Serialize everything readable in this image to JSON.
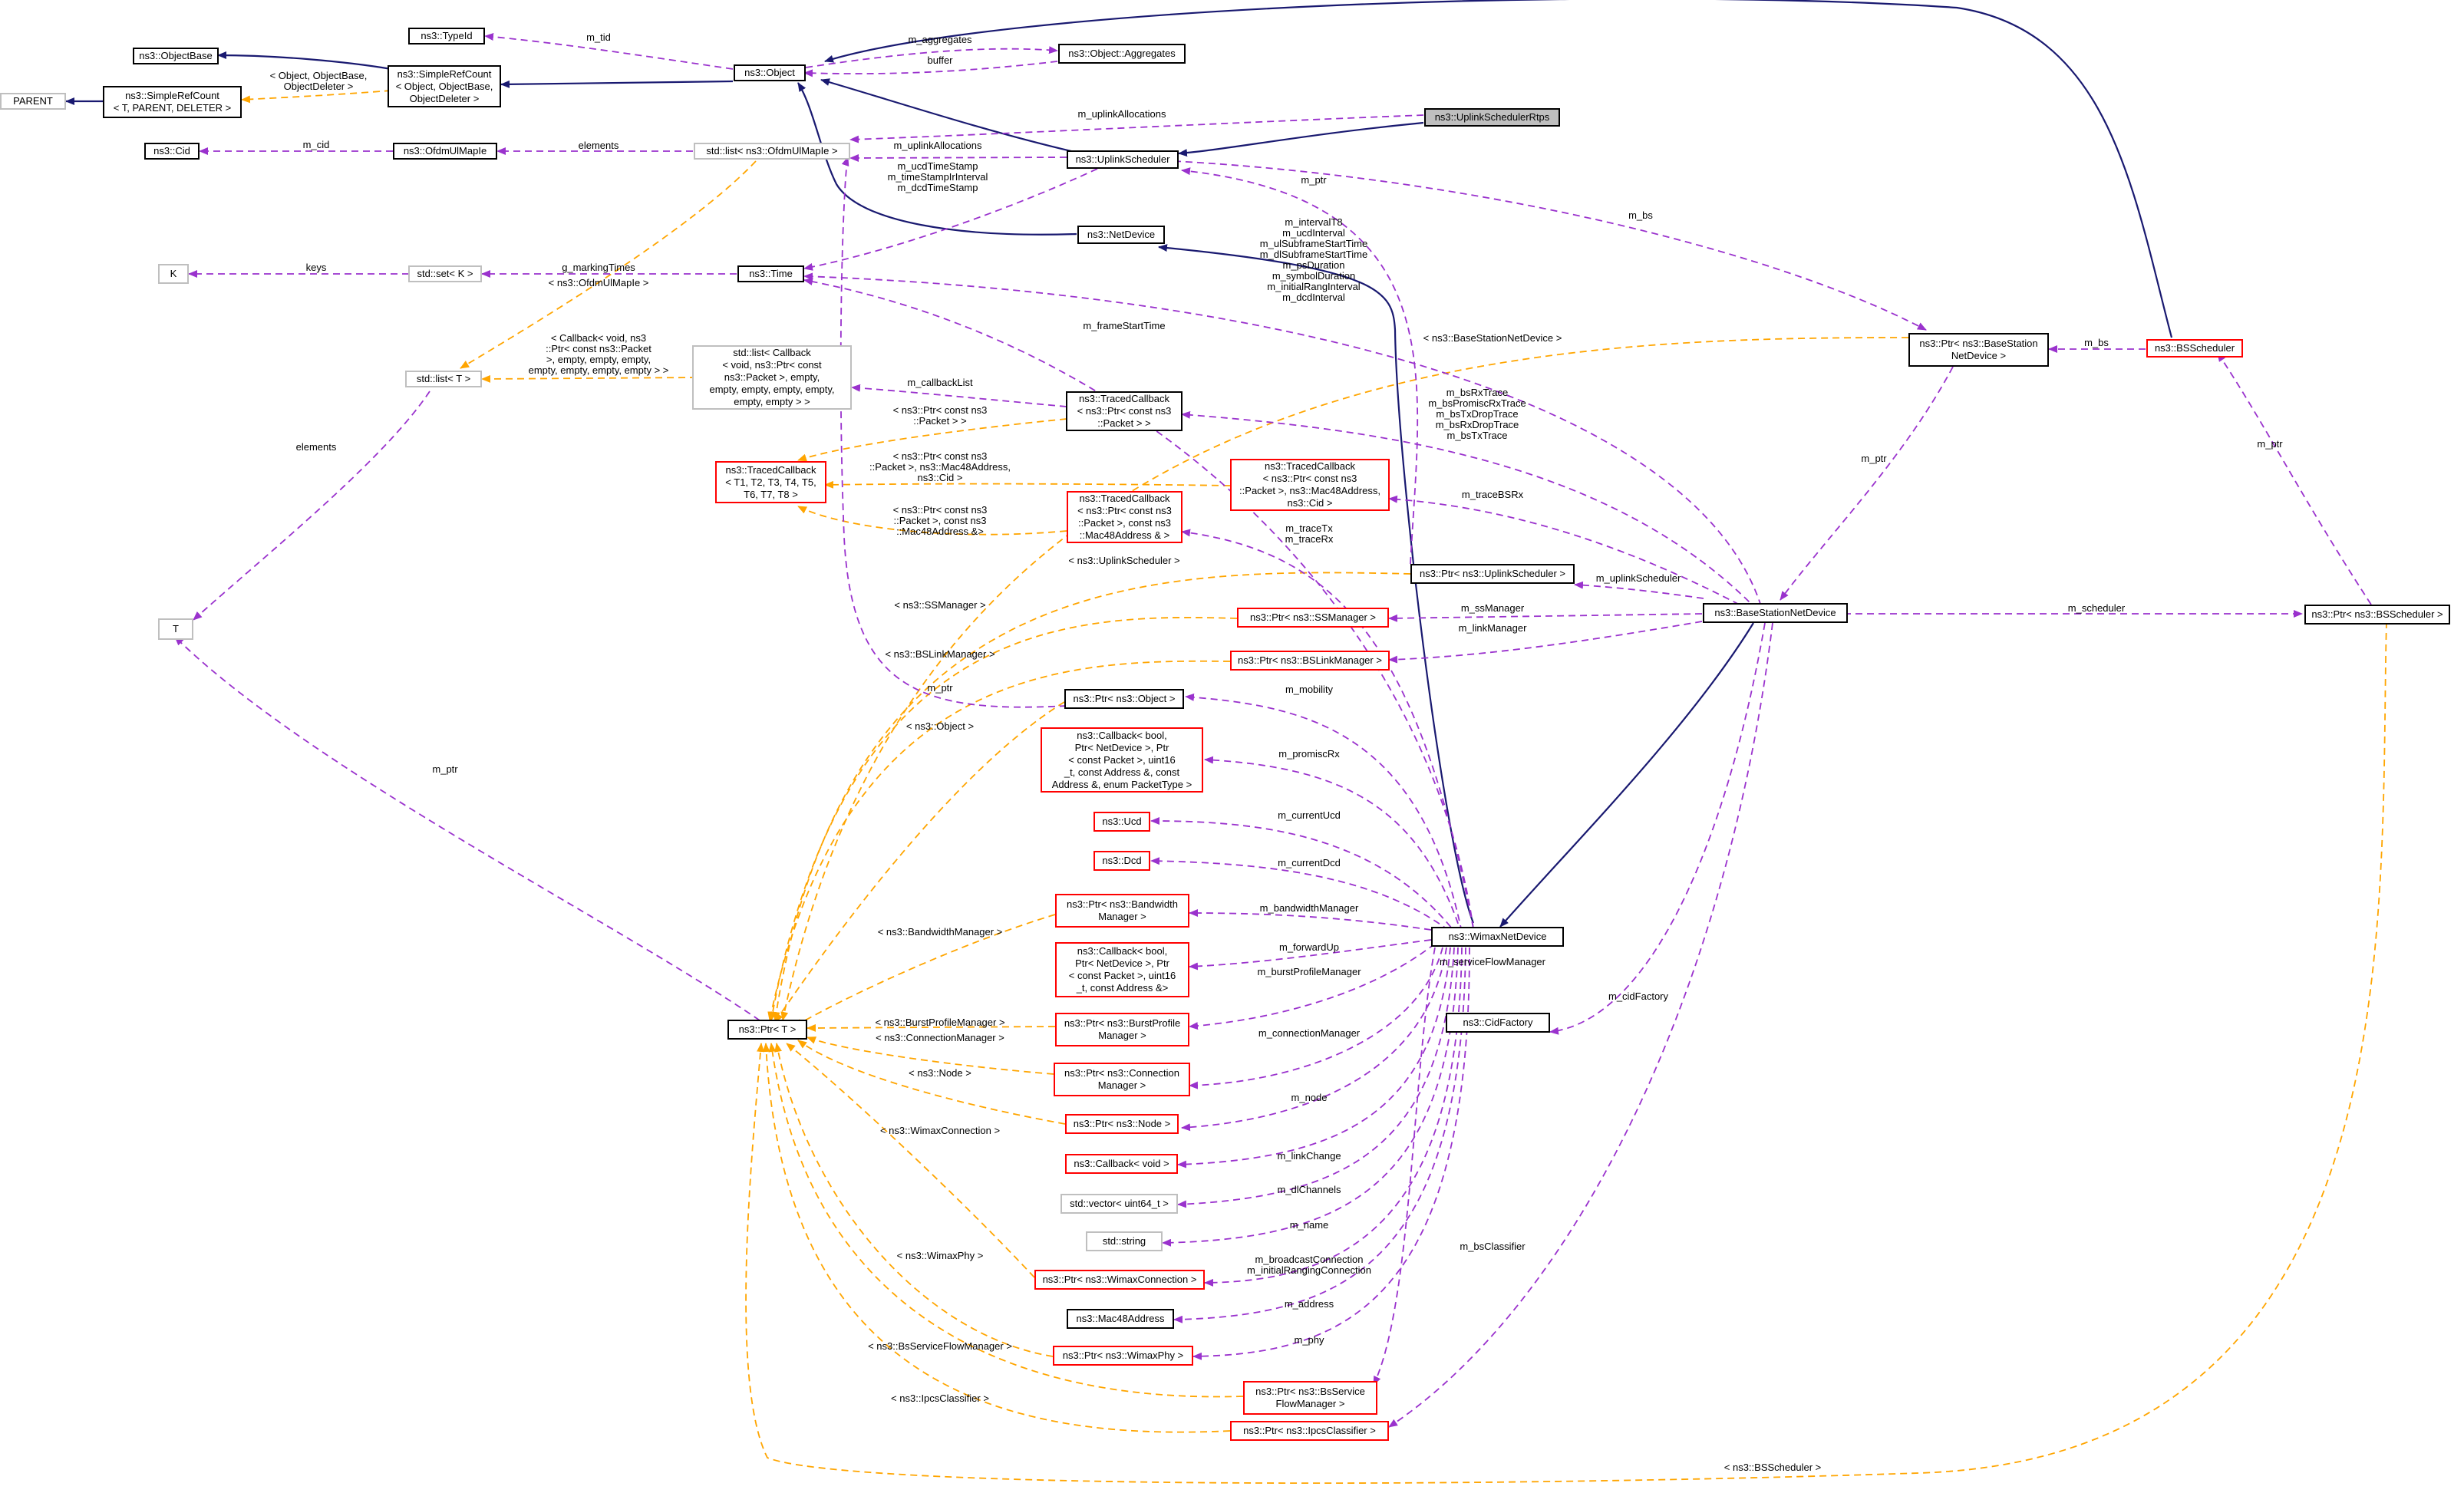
{
  "diagram": {
    "colors": {
      "inheritance": "#191970",
      "usage": "#9a32cd",
      "template": "#ffa500",
      "focus_fill": "#bfbfbf"
    },
    "nodes": {
      "uplink_scheduler_rtps": "ns3::UplinkSchedulerRtps",
      "typeid": "ns3::TypeId",
      "object": "ns3::Object",
      "object_aggregates": "ns3::Object::Aggregates",
      "object_base": "ns3::ObjectBase",
      "simple_ref_count_obj": "ns3::SimpleRefCount\n< Object, ObjectBase,\nObjectDeleter >",
      "parent": "PARENT",
      "simple_ref_count_t": "ns3::SimpleRefCount\n< T, PARENT, DELETER >",
      "cid": "ns3::Cid",
      "ofdm_ul_map_ie": "ns3::OfdmUlMapIe",
      "list_ofdm": "std::list< ns3::OfdmUlMapIe >",
      "uplink_scheduler": "ns3::UplinkScheduler",
      "net_device": "ns3::NetDevice",
      "k": "K",
      "set_k": "std::set< K >",
      "time": "ns3::Time",
      "list_t": "std::list< T >",
      "list_callback": "std::list< Callback\n< void, ns3::Ptr< const\nns3::Packet >, empty,\nempty, empty, empty, empty,\nempty, empty > >",
      "traced_cb_pkt": "ns3::TracedCallback\n< ns3::Ptr< const ns3\n::Packet > >",
      "traced_cb_generic": "ns3::TracedCallback\n< T1, T2, T3, T4, T5,\nT6, T7, T8 >",
      "traced_cb_mac_cid": "ns3::TracedCallback\n< ns3::Ptr< const ns3\n::Packet >, ns3::Mac48Address,\nns3::Cid >",
      "traced_cb_mac_ref": "ns3::TracedCallback\n< ns3::Ptr< const ns3\n::Packet >, const ns3\n::Mac48Address & >",
      "ptr_bs_net_device": "ns3::Ptr< ns3::BaseStation\nNetDevice >",
      "bs_scheduler": "ns3::BSScheduler",
      "t": "T",
      "ptr_uplink_scheduler": "ns3::Ptr< ns3::UplinkScheduler >",
      "base_station_net_device": "ns3::BaseStationNetDevice",
      "ptr_ss_manager": "ns3::Ptr< ns3::SSManager >",
      "ptr_bs_link_manager": "ns3::Ptr< ns3::BSLinkManager >",
      "ptr_bs_scheduler": "ns3::Ptr< ns3::BSScheduler >",
      "ptr_object": "ns3::Ptr< ns3::Object >",
      "callback_promisc": "ns3::Callback< bool,\nPtr< NetDevice >, Ptr\n< const Packet >, uint16\n_t, const Address &, const\nAddress &, enum PacketType >",
      "ucd": "ns3::Ucd",
      "dcd": "ns3::Dcd",
      "ptr_bandwidth_manager": "ns3::Ptr< ns3::Bandwidth\nManager >",
      "callback_forward": "ns3::Callback< bool,\nPtr< NetDevice >, Ptr\n< const Packet >, uint16\n_t, const Address &>",
      "wimax_net_device": "ns3::WimaxNetDevice",
      "ptr_t": "ns3::Ptr< T >",
      "ptr_burst_profile": "ns3::Ptr< ns3::BurstProfile\nManager >",
      "ptr_connection_manager": "ns3::Ptr< ns3::Connection\nManager >",
      "cid_factory": "ns3::CidFactory",
      "ptr_node": "ns3::Ptr< ns3::Node >",
      "callback_void": "ns3::Callback< void >",
      "vector_uint64": "std::vector< uint64_t >",
      "std_string": "std::string",
      "ptr_wimax_connection": "ns3::Ptr< ns3::WimaxConnection >",
      "mac48_address": "ns3::Mac48Address",
      "ptr_wimax_phy": "ns3::Ptr< ns3::WimaxPhy >",
      "ptr_bs_service_flow": "ns3::Ptr< ns3::BsService\nFlowManager >",
      "ptr_ipcs_classifier": "ns3::Ptr< ns3::IpcsClassifier >"
    },
    "labels": {
      "m_tid": "m_tid",
      "m_aggregates": "m_aggregates",
      "buffer": "buffer",
      "tpl_object": "< Object, ObjectBase,\nObjectDeleter >",
      "m_uplink_allocations_rtps": "m_uplinkAllocations",
      "m_cid": "m_cid",
      "elements_ofdm": "elements",
      "m_uplink_allocations": "m_uplinkAllocations",
      "time_members": "m_ucdTimeStamp\nm_timeStampIrInterval\nm_dcdTimeStamp",
      "keys": "keys",
      "g_marking_times": "g_markingTimes",
      "tpl_ofdm": "< ns3::OfdmUlMapIe >",
      "tpl_callback": "< Callback< void, ns3\n::Ptr< const ns3::Packet\n>, empty, empty, empty,\nempty, empty, empty, empty > >",
      "m_ptr_top": "m_ptr",
      "bs_time_members": "m_intervalT8\nm_ucdInterval\nm_ulSubframeStartTime\nm_dlSubframeStartTime\nm_psDuration\nm_symbolDuration\nm_initialRangInterval\nm_dcdInterval",
      "m_bs_top": "m_bs",
      "m_bs_sched": "m_bs",
      "m_frame_start_time": "m_frameStartTime",
      "tpl_bs_net_device": "< ns3::BaseStationNetDevice >",
      "m_callback_list": "m_callbackList",
      "tpl_pkt": "< ns3::Ptr< const ns3\n::Packet > >",
      "trace_members": "m_bsRxTrace\nm_bsPromiscRxTrace\nm_bsTxDropTrace\nm_bsRxDropTrace\nm_bsTxTrace",
      "elements_list": "elements",
      "tpl_mac_cid": "< ns3::Ptr< const ns3\n::Packet >, ns3::Mac48Address,\nns3::Cid >",
      "m_ptr_bs": "m_ptr",
      "m_ptr_sched": "m_ptr",
      "m_trace_bs_rx": "m_traceBSRx",
      "tpl_mac_ref": "< ns3::Ptr< const ns3\n::Packet >, const ns3\n::Mac48Address &>",
      "m_trace_tx_rx": "m_traceTx\nm_traceRx",
      "tpl_uplink_scheduler": "< ns3::UplinkScheduler >",
      "m_uplink_scheduler": "m_uplinkScheduler",
      "tpl_ss_manager": "< ns3::SSManager >",
      "m_ss_manager": "m_ssManager",
      "m_scheduler": "m_scheduler",
      "m_link_manager": "m_linkManager",
      "tpl_bs_link_manager": "< ns3::BSLinkManager >",
      "m_ptr_obj": "m_ptr",
      "m_mobility": "m_mobility",
      "tpl_object_ptr": "< ns3::Object >",
      "m_ptr_t": "m_ptr",
      "m_promisc_rx": "m_promiscRx",
      "m_current_ucd": "m_currentUcd",
      "m_current_dcd": "m_currentDcd",
      "m_bandwidth_manager": "m_bandwidthManager",
      "tpl_bandwidth_manager": "< ns3::BandwidthManager >",
      "m_forward_up": "m_forwardUp",
      "m_burst_profile_manager": "m_burstProfileManager",
      "m_service_flow_manager": "m_serviceFlowManager",
      "tpl_burst_profile": "< ns3::BurstProfileManager >",
      "tpl_connection_manager": "< ns3::ConnectionManager >",
      "m_connection_manager": "m_connectionManager",
      "m_cid_factory": "m_cidFactory",
      "tpl_node": "< ns3::Node >",
      "m_node": "m_node",
      "m_link_change": "m_linkChange",
      "tpl_wimax_connection": "< ns3::WimaxConnection >",
      "m_dl_channels": "m_dlChannels",
      "m_name": "m_name",
      "tpl_wimax_phy": "< ns3::WimaxPhy >",
      "m_bs_classifier": "m_bsClassifier",
      "m_connections": "m_broadcastConnection\nm_initialRangingConnection",
      "m_address": "m_address",
      "tpl_bs_service_flow": "< ns3::BsServiceFlowManager >",
      "m_phy": "m_phy",
      "tpl_ipcs_classifier": "< ns3::IpcsClassifier >",
      "tpl_bs_scheduler": "< ns3::BSScheduler >"
    }
  }
}
